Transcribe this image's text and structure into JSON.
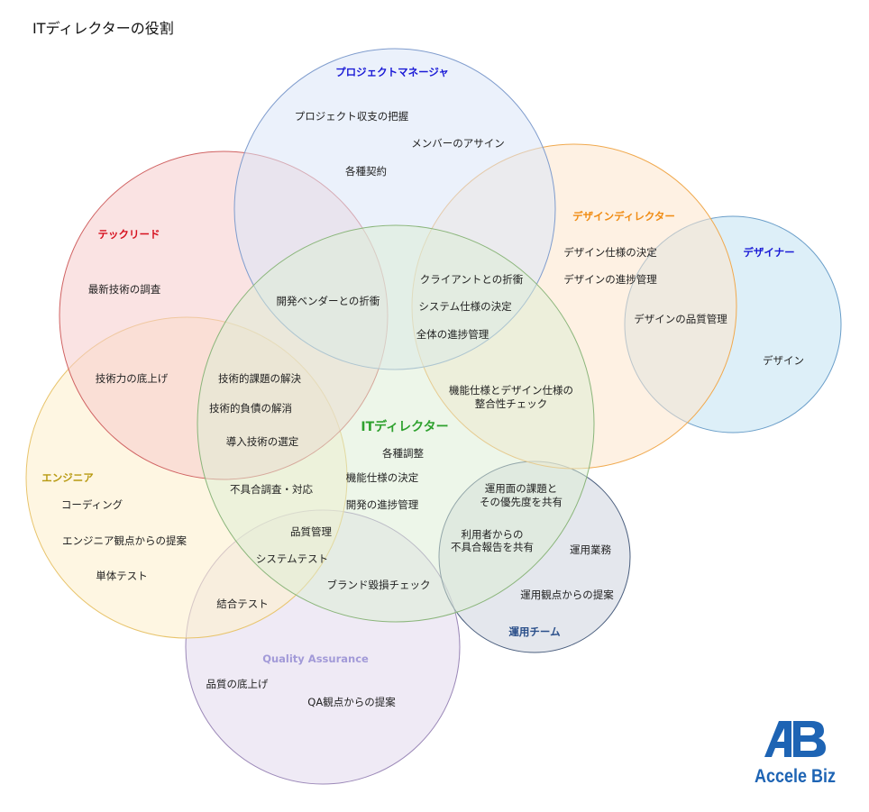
{
  "title": "ITディレクターの役割",
  "groups": {
    "pm": {
      "name": "プロジェクトマネージャ",
      "color": "#1a1ad6"
    },
    "tech": {
      "name": "テックリード",
      "color": "#d6101e"
    },
    "design_dir": {
      "name": "デザインディレクター",
      "color": "#f08c14"
    },
    "designer": {
      "name": "デザイナー",
      "color": "#1a1ad6"
    },
    "engineer": {
      "name": "エンジニア",
      "color": "#b89a12"
    },
    "itd": {
      "name": "ITディレクター",
      "color": "#2ea12e"
    },
    "ops": {
      "name": "運用チーム",
      "color": "#2a4f8a"
    },
    "qa": {
      "name": "Quality Assurance",
      "color": "#a29ad8"
    }
  },
  "items": {
    "project_budget": "プロジェクト収支の把握",
    "member_assign": "メンバーのアサイン",
    "contracts": "各種契約",
    "latest_tech": "最新技術の調査",
    "vendor_nego": "開発ベンダーとの折衝",
    "client_nego": "クライアントとの折衝",
    "system_spec": "システム仕様の決定",
    "overall_progress": "全体の進捗管理",
    "design_spec": "デザイン仕様の決定",
    "design_progress": "デザインの進捗管理",
    "design_quality": "デザインの品質管理",
    "design": "デザイン",
    "raise_tech": "技術力の底上げ",
    "tech_issues": "技術的課題の解決",
    "tech_debt": "技術的負債の解消",
    "tech_select": "導入技術の選定",
    "func_design_line1": "機能仕様とデザイン仕様の",
    "func_design_line2": "整合性チェック",
    "coordination": "各種調整",
    "func_spec": "機能仕様の決定",
    "dev_progress": "開発の進捗管理",
    "bug_investigation": "不具合調査・対応",
    "ops_issue_line1": "運用面の課題と",
    "ops_issue_line2": "その優先度を共有",
    "user_report_line1": "利用者からの",
    "user_report_line2": "不具合報告を共有",
    "ops_work": "運用業務",
    "ops_proposal": "運用観点からの提案",
    "coding": "コーディング",
    "eng_proposal": "エンジニア観点からの提案",
    "unit_test": "単体テスト",
    "quality_mgmt": "品質管理",
    "system_test": "システムテスト",
    "brand_check": "ブランド毀損チェック",
    "integration_test": "結合テスト",
    "raise_quality": "品質の底上げ",
    "qa_proposal": "QA観点からの提案"
  },
  "logo": {
    "text": "Accele Biz",
    "color": "#1e64b4"
  }
}
